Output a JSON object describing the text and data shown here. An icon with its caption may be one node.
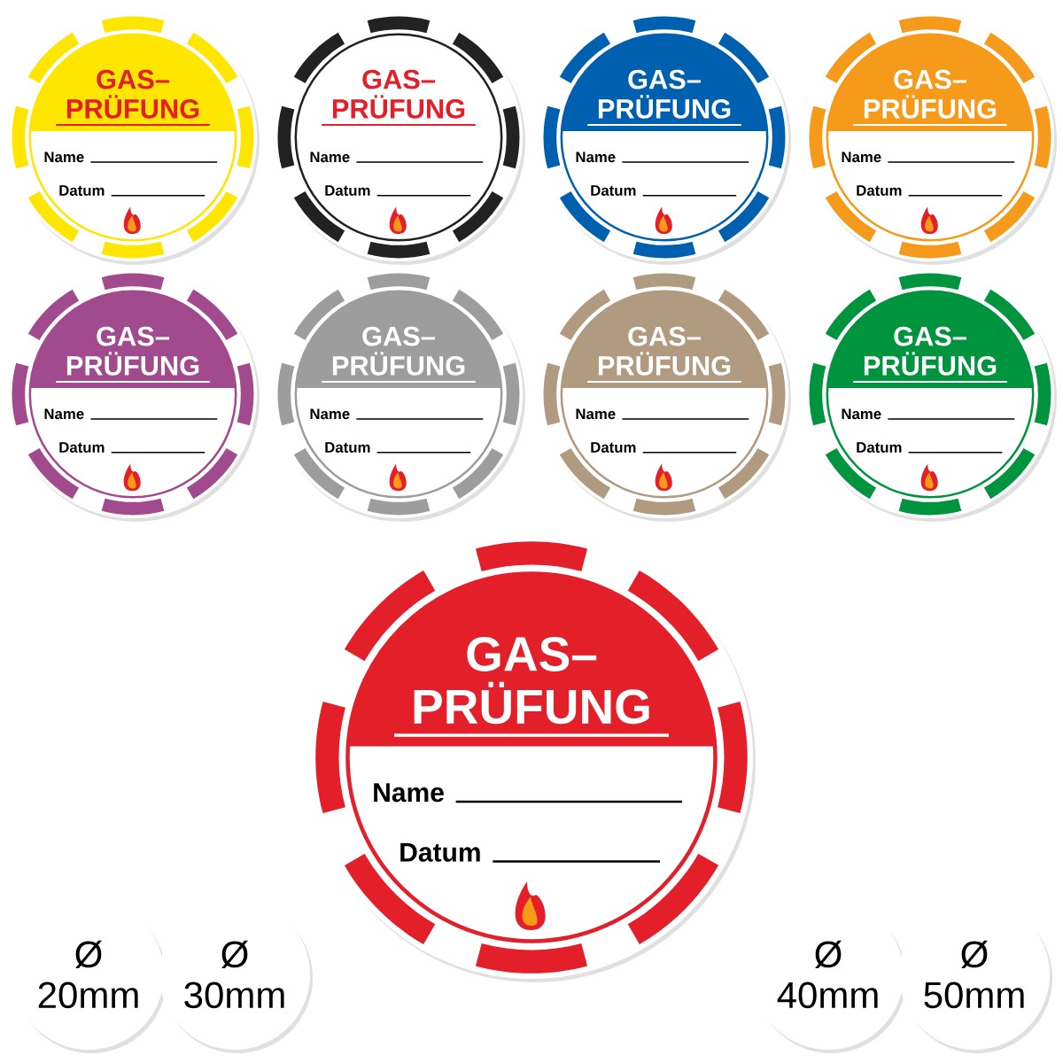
{
  "diagram": {
    "nodes": [
      {
        "text": [
          "GAS– PRÜFUNG",
          "Name",
          "Datum"
        ]
      },
      {
        "text": [
          "GAS– PRÜFUNG",
          "Name",
          "Datum"
        ]
      },
      {
        "text": [
          "GAS– PRÜFUNG",
          "Name",
          "Datum"
        ]
      },
      {
        "text": [
          "GAS– PRÜFUNG",
          "Name",
          "Datum"
        ]
      },
      {
        "text": [
          "GAS– PRÜFUNG",
          "Name",
          "Datum"
        ]
      },
      {
        "text": [
          "GAS– PRÜFUNG",
          "Name",
          "Datum"
        ]
      },
      {
        "text": [
          "GAS– PRÜFUNG",
          "Name",
          "Datum"
        ]
      },
      {
        "text": [
          "GAS– PRÜFUNG",
          "Name",
          "Datum"
        ]
      },
      {
        "text": [
          "GAS– PRÜFUNG",
          "Name",
          "Datum"
        ]
      },
      {
        "text": [
          "Ø 20mm"
        ]
      },
      {
        "text": [
          "Ø 30mm"
        ]
      },
      {
        "text": [
          "Ø 40mm"
        ]
      },
      {
        "text": [
          "Ø 50mm"
        ]
      }
    ]
  }
}
